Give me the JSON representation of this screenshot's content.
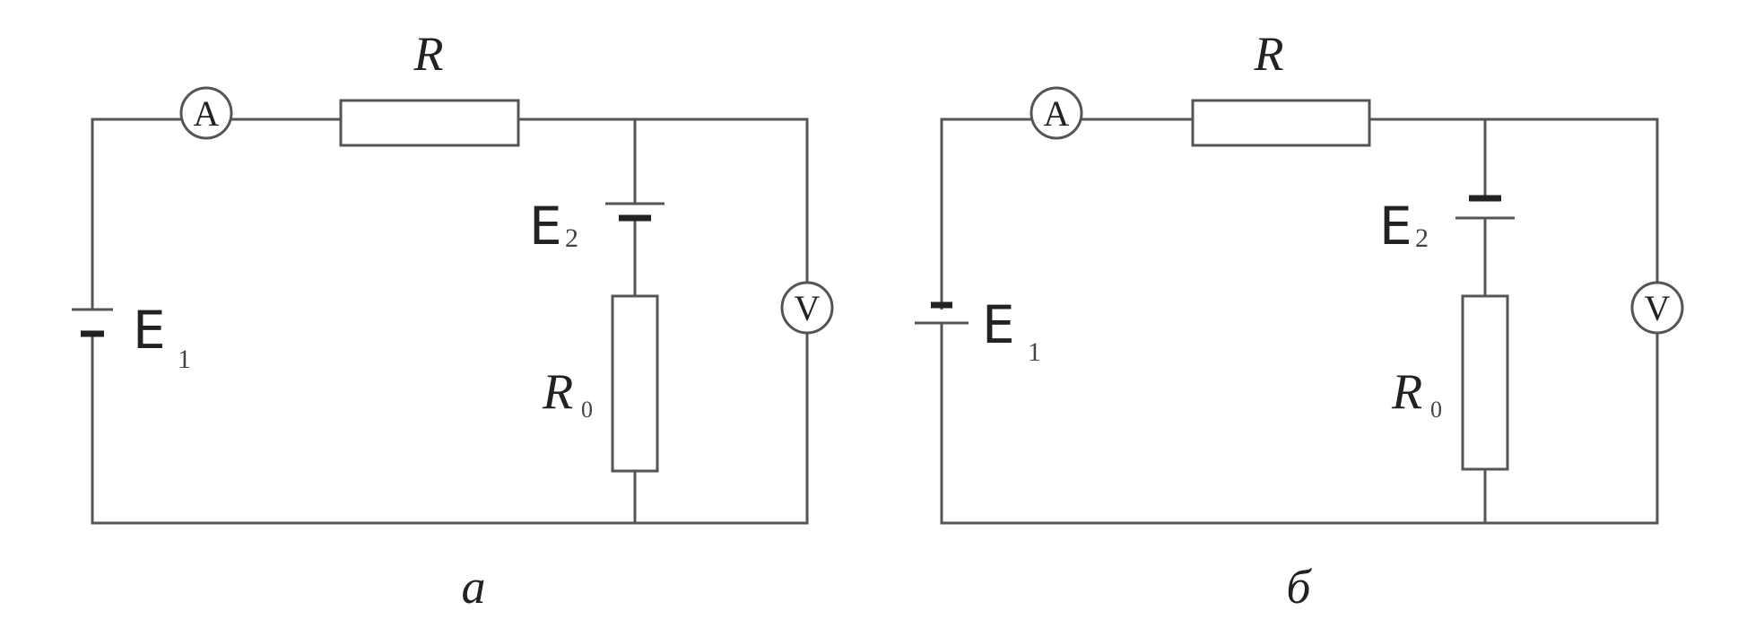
{
  "panels": [
    {
      "caption": "а",
      "resistor_label": "R",
      "r0_label": "R",
      "r0_sub": "0",
      "e1_label": "E",
      "e1_sub": "1",
      "e2_label": "E",
      "e2_sub": "2",
      "ammeter": "A",
      "voltmeter": "V"
    },
    {
      "caption": "б",
      "resistor_label": "R",
      "r0_label": "R",
      "r0_sub": "0",
      "e1_label": "E",
      "e1_sub": "1",
      "e2_label": "E",
      "e2_sub": "2",
      "ammeter": "A",
      "voltmeter": "V"
    }
  ],
  "colors": {
    "wire": "#555555",
    "text": "#222222",
    "background": "#ffffff"
  }
}
